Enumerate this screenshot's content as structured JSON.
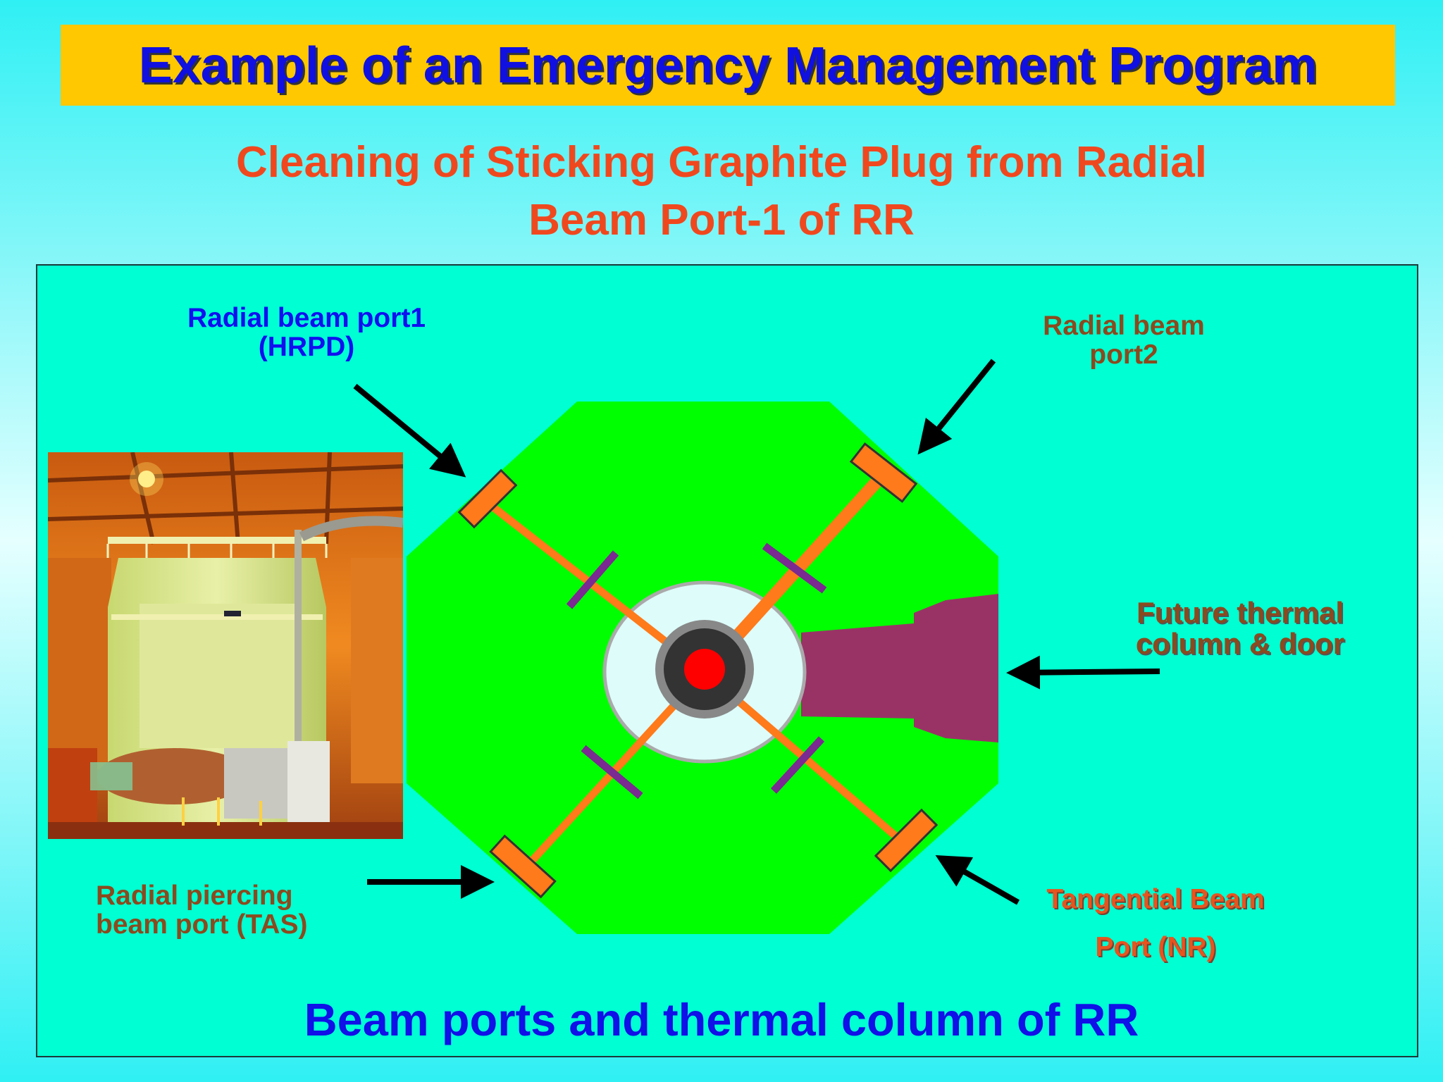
{
  "title": "Example of an Emergency Management Program",
  "subtitle": {
    "line1": "Cleaning of Sticking Graphite Plug from Radial",
    "line2": "Beam Port-1 of RR"
  },
  "labels": {
    "port1": {
      "line1": "Radial beam port1",
      "line2": "(HRPD)"
    },
    "port2": {
      "line1": "Radial beam",
      "line2": "port2"
    },
    "thermal_column": {
      "line1": "Future thermal",
      "line2": "column & door"
    },
    "piercing": {
      "line1": "Radial piercing",
      "line2": "beam port (TAS)"
    },
    "tangential": {
      "line1": "Tangential Beam",
      "line2": "Port (NR)"
    }
  },
  "caption": "Beam ports and thermal column of RR",
  "colors": {
    "banner": "#ffc800",
    "title_text": "#1010e0",
    "subtitle_text": "#f0481e",
    "panel": "#00ffd2",
    "reactor_block": "#00ff00",
    "beam_port": "#ff7a1a",
    "shutter": "#7a2a90",
    "thermal_column": "#993366",
    "core": "#ff0000"
  },
  "photo": {
    "alt": "reactor-hall-photo"
  }
}
